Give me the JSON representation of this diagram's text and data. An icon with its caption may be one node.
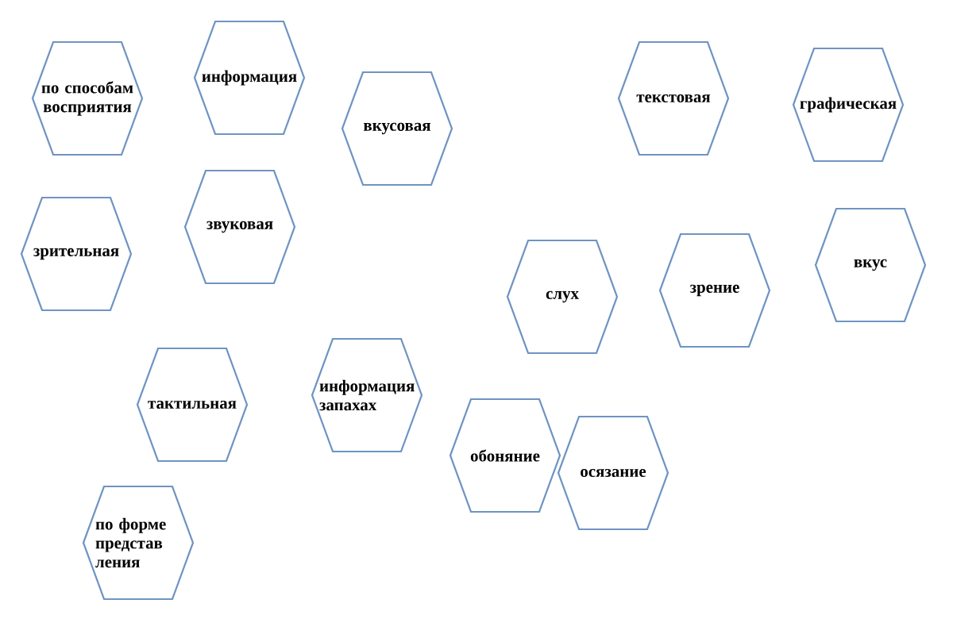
{
  "diagram": {
    "nodes": [
      {
        "text": [
          "по способам восприятия"
        ]
      },
      {
        "text": [
          "информация"
        ]
      },
      {
        "text": [
          "вкусовая"
        ]
      },
      {
        "text": [
          "текстовая"
        ]
      },
      {
        "text": [
          "графическая"
        ]
      },
      {
        "text": [
          "зрительная"
        ]
      },
      {
        "text": [
          "звуковая"
        ]
      },
      {
        "text": [
          "слух"
        ]
      },
      {
        "text": [
          "зрение"
        ]
      },
      {
        "text": [
          "вкус"
        ]
      },
      {
        "text": [
          "тактильная"
        ]
      },
      {
        "text": [
          "информация запахах"
        ]
      },
      {
        "text": [
          "обоняние"
        ]
      },
      {
        "text": [
          "осязание"
        ]
      },
      {
        "text": [
          "по форме представ ления"
        ]
      }
    ]
  }
}
